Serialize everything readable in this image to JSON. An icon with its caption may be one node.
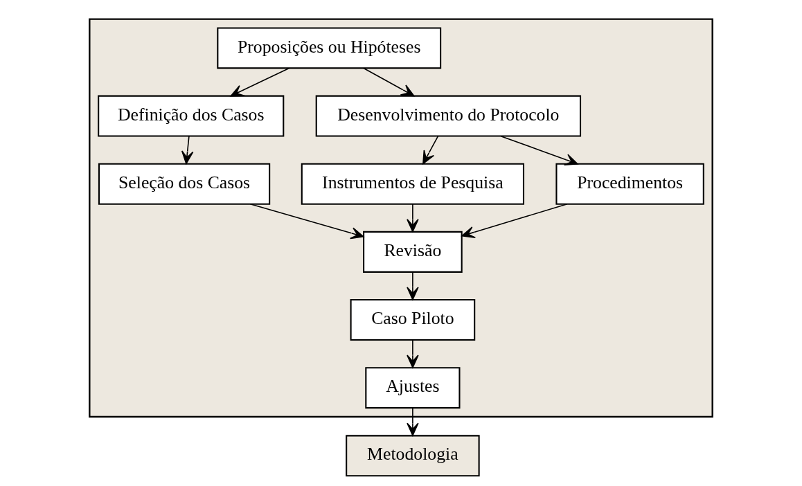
{
  "diagram": {
    "nodes": [
      {
        "text": [],
        "shape": "box"
      },
      {
        "text": [
          "Proposições ou Hipóteses"
        ],
        "in": 0
      },
      {
        "text": [
          "Definição dos Casos"
        ],
        "in": 0
      },
      {
        "text": [
          "Desenvolvimento do Protocolo"
        ],
        "in": 0
      },
      {
        "text": [
          "Seleção dos Casos"
        ],
        "in": 0
      },
      {
        "text": [
          "Instrumentos de Pesquisa"
        ],
        "in": 0
      },
      {
        "text": [
          "Procedimentos"
        ],
        "in": 0
      },
      {
        "text": [
          "Revisão"
        ],
        "in": 0
      },
      {
        "text": [
          "Caso Piloto"
        ],
        "in": 0
      },
      {
        "text": [
          "Ajustes"
        ],
        "in": 0
      },
      {
        "text": [
          "Metodologia"
        ]
      }
    ],
    "edges": [
      {
        "from": 1,
        "to": 2,
        "arrow": "to"
      },
      {
        "from": 1,
        "to": 3,
        "arrow": "to"
      },
      {
        "from": 2,
        "to": 4,
        "arrow": "to"
      },
      {
        "from": 3,
        "to": 5,
        "arrow": "to"
      },
      {
        "from": 3,
        "to": 6,
        "arrow": "to"
      },
      {
        "from": 4,
        "to": 7,
        "arrow": "to"
      },
      {
        "from": 5,
        "to": 7,
        "arrow": "to"
      },
      {
        "from": 6,
        "to": 7,
        "arrow": "to"
      },
      {
        "from": 7,
        "to": 8,
        "arrow": "to"
      },
      {
        "from": 8,
        "to": 9,
        "arrow": "to"
      },
      {
        "from": 9,
        "to": 10,
        "arrow": "to"
      }
    ]
  }
}
